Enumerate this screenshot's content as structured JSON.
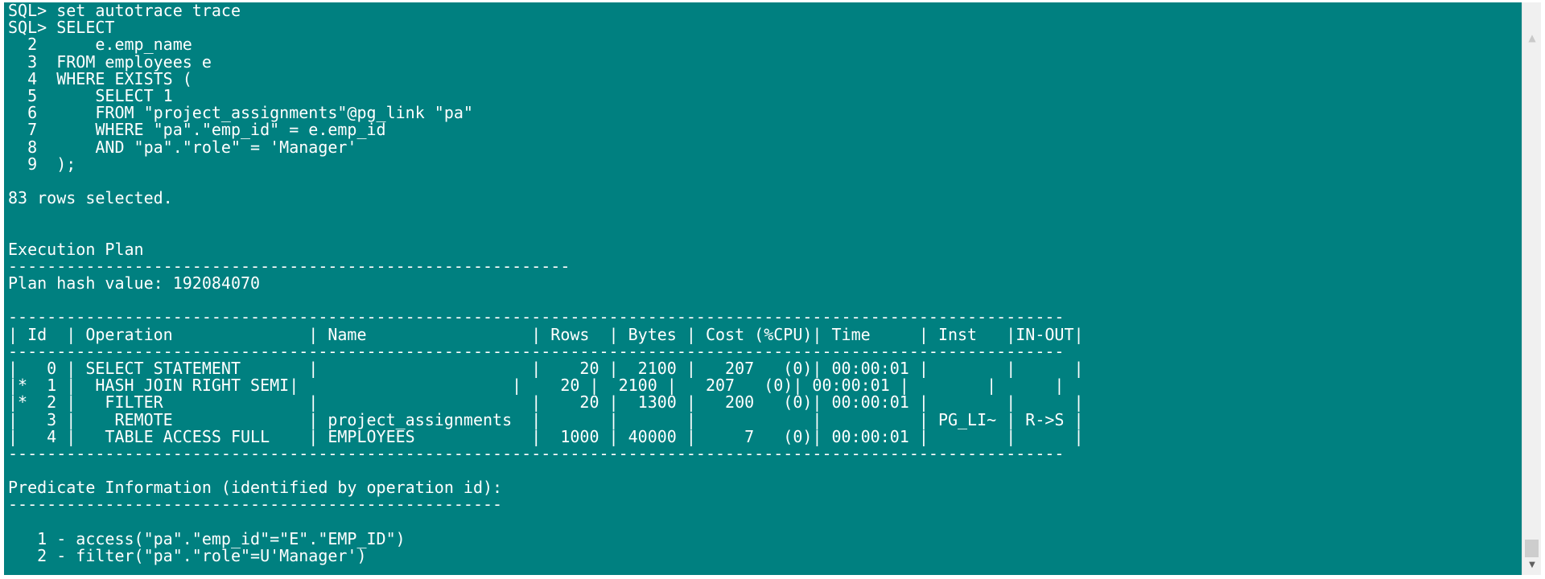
{
  "console": {
    "lines": [
      "SQL> set autotrace trace",
      "SQL> SELECT",
      "  2      e.emp_name",
      "  3  FROM employees e",
      "  4  WHERE EXISTS (",
      "  5      SELECT 1",
      "  6      FROM \"project_assignments\"@pg_link \"pa\"",
      "  7      WHERE \"pa\".\"emp_id\" = e.emp_id",
      "  8      AND \"pa\".\"role\" = 'Manager'",
      "  9  );",
      "",
      "83 rows selected.",
      "",
      "",
      "Execution Plan",
      "----------------------------------------------------------",
      "Plan hash value: 192084070",
      "",
      "-------------------------------------------------------------------------------------------------------------",
      "| Id  | Operation              | Name                 | Rows  | Bytes | Cost (%CPU)| Time     | Inst   |IN-OUT|",
      "-------------------------------------------------------------------------------------------------------------",
      "|   0 | SELECT STATEMENT       |                      |    20 |  2100 |   207   (0)| 00:00:01 |        |      |",
      "|*  1 |  HASH JOIN RIGHT SEMI|                      |    20 |  2100 |   207   (0)| 00:00:01 |        |      |",
      "|*  2 |   FILTER               |                      |    20 |  1300 |   200   (0)| 00:00:01 |        |      |",
      "|   3 |    REMOTE              | project_assignments  |       |       |            |          | PG_LI~ | R->S |",
      "|   4 |   TABLE ACCESS FULL    | EMPLOYEES            |  1000 | 40000 |     7   (0)| 00:00:01 |        |      |",
      "-------------------------------------------------------------------------------------------------------------",
      "",
      "Predicate Information (identified by operation id):",
      "---------------------------------------------------",
      "",
      "   1 - access(\"pa\".\"emp_id\"=\"E\".\"EMP_ID\")",
      "   2 - filter(\"pa\".\"role\"=U'Manager')"
    ]
  },
  "colors": {
    "console_background": "#008080",
    "console_text": "#ffffff",
    "scrollbar_track": "#f0f0f0",
    "scrollbar_thumb": "#cdcdcd"
  },
  "icons": {
    "scroll_up": "chevron-up-icon",
    "scroll_down": "chevron-down-icon"
  }
}
